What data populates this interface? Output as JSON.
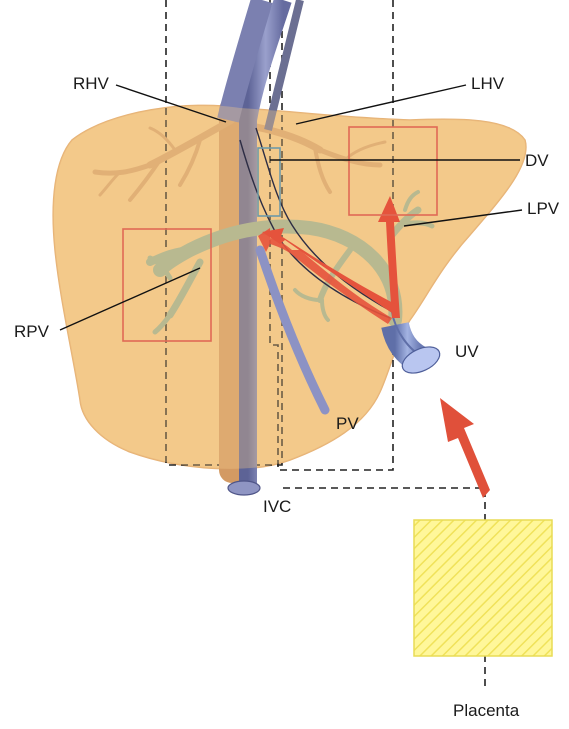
{
  "labels": {
    "rhv": "RHV",
    "lhv": "LHV",
    "dv": "DV",
    "lpv": "LPV",
    "rpv": "RPV",
    "uv": "UV",
    "pv": "PV",
    "ivc": "IVC",
    "placenta": "Placenta"
  },
  "colors": {
    "liver": "#f3c98a",
    "liver_dark": "#e2ac6a",
    "hepatic_vein": "#d9a06a",
    "ivc_vessel": "#7d83b4",
    "portal_vein": "#b9ba92",
    "umbilical_vein": "#7f8fc4",
    "flow_arrow": "#e5533c",
    "highlight_box": "#e06a55",
    "dv_box": "#6f9aa8",
    "placenta_fill": "#fff79a",
    "placenta_hatch": "#f0e25a",
    "leader_line": "#111111"
  },
  "icons": {
    "flow": "red-flow-arrow",
    "placenta": "hatched-yellow-square"
  }
}
